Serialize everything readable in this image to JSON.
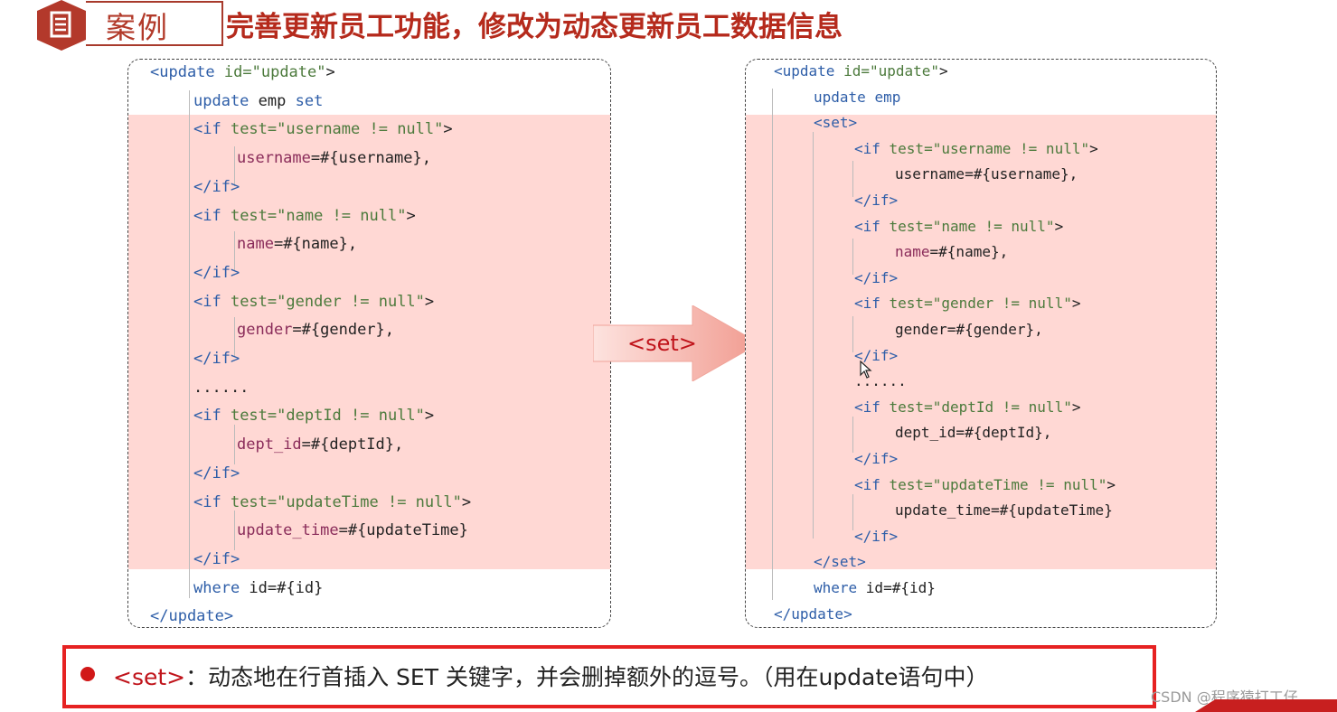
{
  "header": {
    "badge_label": "案例",
    "badge_icon": "document-icon",
    "title": "完善更新员工功能，修改为动态更新员工数据信息"
  },
  "left_code": {
    "lines": [
      [
        "<update ",
        "id=",
        "\"update\"",
        ">"
      ],
      [
        "update ",
        "emp ",
        "set"
      ],
      [
        "<if ",
        "test=",
        "\"username != null\"",
        ">"
      ],
      [
        "username",
        "=#{username},"
      ],
      [
        "</if>"
      ],
      [
        "<if ",
        "test=",
        "\"name != null\"",
        ">"
      ],
      [
        "name",
        "=#{name},"
      ],
      [
        "</if>"
      ],
      [
        "<if ",
        "test=",
        "\"gender != null\"",
        ">"
      ],
      [
        "gender",
        "=#{gender},"
      ],
      [
        "</if>"
      ],
      [
        "......"
      ],
      [
        "<if ",
        "test=",
        "\"deptId != null\"",
        ">"
      ],
      [
        "dept_id",
        "=#{deptId},"
      ],
      [
        "</if>"
      ],
      [
        "<if ",
        "test=",
        "\"updateTime != null\"",
        ">"
      ],
      [
        "update_time",
        "=#{updateTime}"
      ],
      [
        "</if>"
      ],
      [
        "where ",
        "id=#{id}"
      ],
      [
        "</update>"
      ]
    ]
  },
  "arrow": {
    "label": "<set>"
  },
  "right_code": {
    "lines": [
      [
        "<update ",
        "id=",
        "\"update\"",
        ">"
      ],
      [
        "update ",
        "emp"
      ],
      [
        "<set>"
      ],
      [
        "<if ",
        "test=",
        "\"username != null\"",
        ">"
      ],
      [
        "username=#{username},"
      ],
      [
        "</if>"
      ],
      [
        "<if ",
        "test=",
        "\"name != null\"",
        ">"
      ],
      [
        "name",
        "=#{name},"
      ],
      [
        "</if>"
      ],
      [
        "<if ",
        "test=",
        "\"gender != null\"",
        ">"
      ],
      [
        "gender=#{gender},"
      ],
      [
        "</if>"
      ],
      [
        "......"
      ],
      [
        "<if ",
        "test=",
        "\"deptId != null\"",
        ">"
      ],
      [
        "dept_id=#{deptId},"
      ],
      [
        "</if>"
      ],
      [
        "<if ",
        "test=",
        "\"updateTime != null\"",
        ">"
      ],
      [
        "update_time=#{updateTime}"
      ],
      [
        "</if>"
      ],
      [
        "</set>"
      ],
      [
        "where ",
        "id=#{id}"
      ],
      [
        "</update>"
      ]
    ]
  },
  "note": {
    "tag": "<set>",
    "text": "：动态地在行首插入 SET 关键字，并会删掉额外的逗号。（用在update语句中）"
  },
  "watermark": "CSDN @程序猿打工仔",
  "colors": {
    "title_red": "#b52a1c",
    "keyword_blue": "#2e5ea8",
    "string_green": "#4c7a3c",
    "highlight_band": "#ffd8d4",
    "note_border": "#e62222"
  }
}
